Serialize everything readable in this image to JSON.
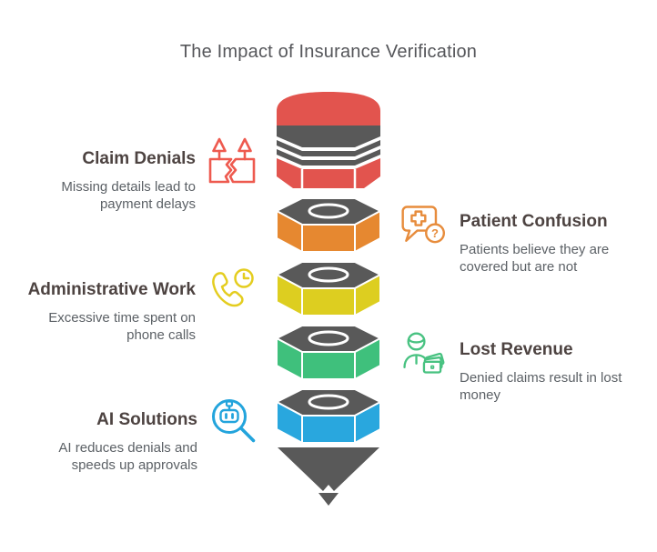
{
  "title": "The Impact of Insurance Verification",
  "left_items": [
    {
      "title": "Claim Denials",
      "desc": "Missing details lead to\npayment delays",
      "icon": "broken-claim-icon",
      "color": "#ee5a4f"
    },
    {
      "title": "Administrative Work",
      "desc": "Excessive time spent on\nphone calls",
      "icon": "phone-clock-icon",
      "color": "#e4cd1f"
    },
    {
      "title": "AI Solutions",
      "desc": "AI reduces denials and\nspeeds up approvals",
      "icon": "ai-search-icon",
      "color": "#23a4dc"
    }
  ],
  "right_items": [
    {
      "title": "Patient Confusion",
      "desc": "Patients believe they are\ncovered but are not",
      "icon": "chat-medical-question-icon",
      "color": "#e78c3c",
      "question_mark": "?"
    },
    {
      "title": "Lost Revenue",
      "desc": "Denied claims result in lost\nmoney",
      "icon": "person-money-icon",
      "color": "#48c281"
    }
  ],
  "funnel": {
    "type": "funnel-stack",
    "layers": [
      "red",
      "orange",
      "yellow",
      "green",
      "blue"
    ],
    "colors": {
      "red": "#e2544e",
      "orange": "#e68830",
      "yellow": "#ddce20",
      "green": "#3fc07c",
      "blue": "#29a7de",
      "gray": "#595959"
    }
  }
}
